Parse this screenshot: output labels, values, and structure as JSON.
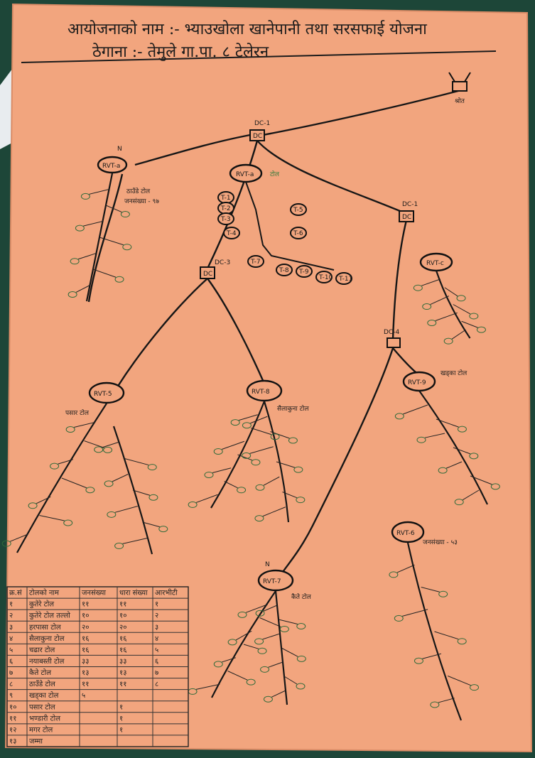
{
  "title_line1": "आयोजनाको नाम :- भ्याउखोला खानेपानी तथा सरसफाई योजना",
  "title_line2": "ठेगाना    :- तेमुले गा.पा. ८ टेलेरन",
  "source_label": "श्रोत",
  "nodes": {
    "dc1_top": "DC-1",
    "dc1_right": "DC-1",
    "dc3": "DC-3",
    "dc4": "DC-4",
    "rvt_a": "RVT-a",
    "rvt_b": "RVT-a",
    "rvt_c": "RVT-c",
    "rvt_5": "RVT-5",
    "rvt_8": "RVT-8",
    "rvt_9": "RVT-9",
    "rvt_6": "RVT-6",
    "rvt_7": "RVT-7",
    "north_a": "N",
    "north_b": "N"
  },
  "annotations": {
    "a1": "ठाउँडे टोल",
    "a2": "जनसंख्या - ९७",
    "a3": "टोल",
    "a4": "पसार टोल",
    "a5": "सैलाकुना टोल",
    "a6": "खड्का टोल",
    "a7": "जनसंख्या - ५३",
    "a8": "कैते टोल"
  },
  "taps_top": [
    "T-1",
    "T-2",
    "T-3",
    "T-4",
    "T-5",
    "T-6",
    "T-7",
    "T-8",
    "T-9",
    "T-10",
    "T-11"
  ],
  "table": {
    "headers": [
      "क्र.सं",
      "टोलको नाम",
      "जनसंख्या",
      "धारा संख्या",
      "आरभीटी"
    ],
    "rows": [
      [
        "१",
        "कुतेरे टोल",
        "११",
        "११",
        "१"
      ],
      [
        "२",
        "कुतेरे टोल तल्लो",
        "१०",
        "१०",
        "२"
      ],
      [
        "३",
        "हरपासा टोल",
        "२०",
        "२०",
        "३"
      ],
      [
        "४",
        "सैलाकुना टोल",
        "१६",
        "१६",
        "४"
      ],
      [
        "५",
        "चढार टोल",
        "१६",
        "१६",
        "५"
      ],
      [
        "६",
        "नयाबस्ती टोल",
        "३३",
        "३३",
        "६"
      ],
      [
        "७",
        "कैते टोल",
        "१३",
        "१३",
        "७"
      ],
      [
        "८",
        "ठाउँडे टोल",
        "११",
        "११",
        "८"
      ],
      [
        "९",
        "खड्का टोल",
        "५",
        "",
        ""
      ],
      [
        "१०",
        "पसार टोल",
        "",
        "१",
        ""
      ],
      [
        "११",
        "भण्डारी टोल",
        "",
        "१",
        ""
      ],
      [
        "१२",
        "मगर टोल",
        "",
        "१",
        ""
      ],
      [
        "१३",
        "जम्मा",
        "",
        "",
        ""
      ]
    ]
  }
}
